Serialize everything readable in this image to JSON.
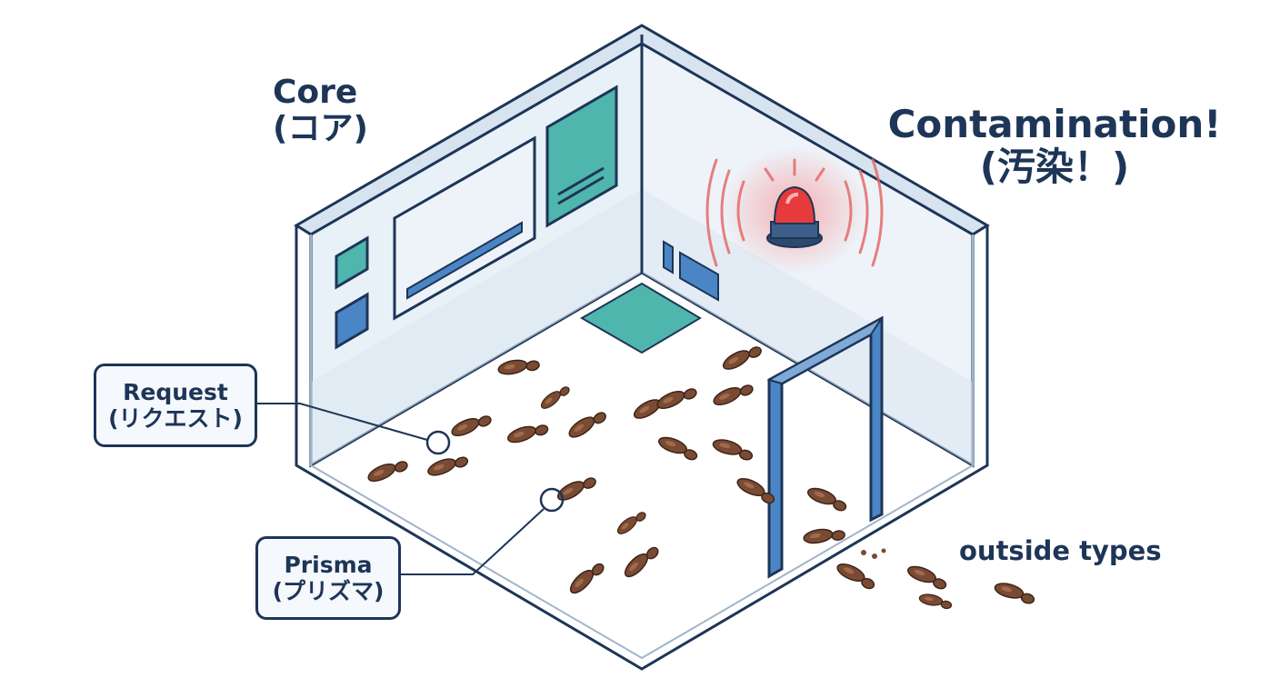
{
  "labels": {
    "core": {
      "en": "Core",
      "ja": "(コア)"
    },
    "contamination": {
      "en": "Contamination!",
      "ja": "(汚染！)"
    },
    "request": {
      "en": "Request",
      "ja": "(リクエスト)"
    },
    "prisma": {
      "en": "Prisma",
      "ja": "(プリズマ)"
    },
    "outside": "outside types"
  },
  "colors": {
    "outline": "#1d3557",
    "wall_fill": "#e8f0f8",
    "floor_fill": "#ffffff",
    "teal_panel": "#4fb6ad",
    "blue_panel": "#4a86c5",
    "alarm_red": "#e63b3b",
    "footprint": "#7a4b33"
  },
  "icons": [
    "alarm-light-icon",
    "footprint-icon",
    "door-frame-icon"
  ]
}
